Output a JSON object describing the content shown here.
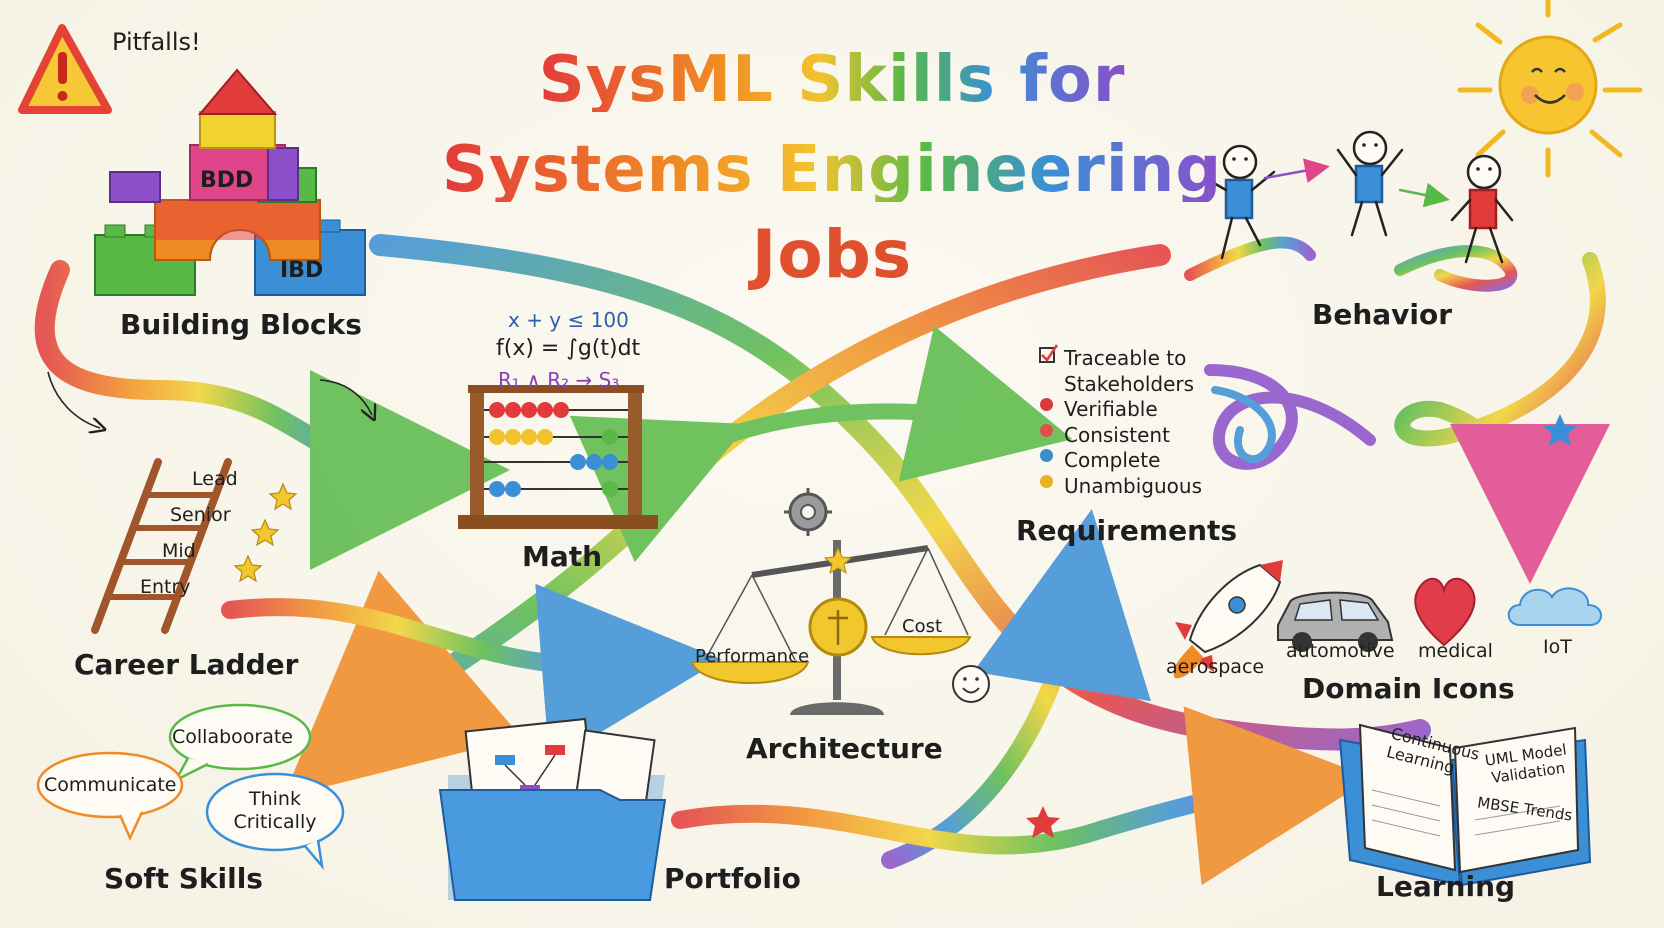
{
  "title": {
    "line1": "SysML Skills for",
    "line2": "Systems Engineering",
    "line3": "Jobs"
  },
  "pitfalls": {
    "label": "Pitfalls!",
    "icon": "warning-triangle-icon"
  },
  "building_blocks": {
    "label": "Building Blocks",
    "bdd": "BDD",
    "ibd": "IBD"
  },
  "math": {
    "label": "Math",
    "formula1": "x + y ≤ 100",
    "formula2": "f(x) = ∫g(t)dt",
    "formula3": "R₁ ∧ R₂ → S₃"
  },
  "career": {
    "label": "Career Ladder",
    "rungs": [
      "Lead",
      "Senior",
      "Mid",
      "Entry"
    ]
  },
  "behavior": {
    "label": "Behavior"
  },
  "requirements": {
    "label": "Requirements",
    "items": [
      {
        "text": "Traceable to",
        "marker": "checkbox"
      },
      {
        "text": "Stakeholders",
        "marker": "none"
      },
      {
        "text": "Verifiable",
        "marker": "dot",
        "color": "#d93a3a"
      },
      {
        "text": "Consistent",
        "marker": "dot",
        "color": "#e0504a"
      },
      {
        "text": "Complete",
        "marker": "dot",
        "color": "#3a8fc9"
      },
      {
        "text": "Unambiguous",
        "marker": "dot",
        "color": "#e6b422"
      }
    ]
  },
  "architecture": {
    "label": "Architecture",
    "left_pan": "Performance",
    "right_pan": "Cost"
  },
  "domains": {
    "label": "Domain Icons",
    "items": [
      "aerospace",
      "automotive",
      "medical",
      "IoT"
    ]
  },
  "soft_skills": {
    "label": "Soft Skills",
    "bubbles": [
      "Collaboorate",
      "Communicate",
      "Think Critically"
    ]
  },
  "portfolio": {
    "label": "Portfolio"
  },
  "learning": {
    "label": "Learning",
    "page_left": "Continuous Learning",
    "page_right_1": "UML Model Validation",
    "page_right_2": "MBSE Trends"
  },
  "colors": {
    "red": "#e23b3b",
    "orange": "#f08a24",
    "yellow": "#f2d22e",
    "green": "#58b947",
    "blue": "#3a8fd6",
    "purple": "#8a4fc9"
  }
}
